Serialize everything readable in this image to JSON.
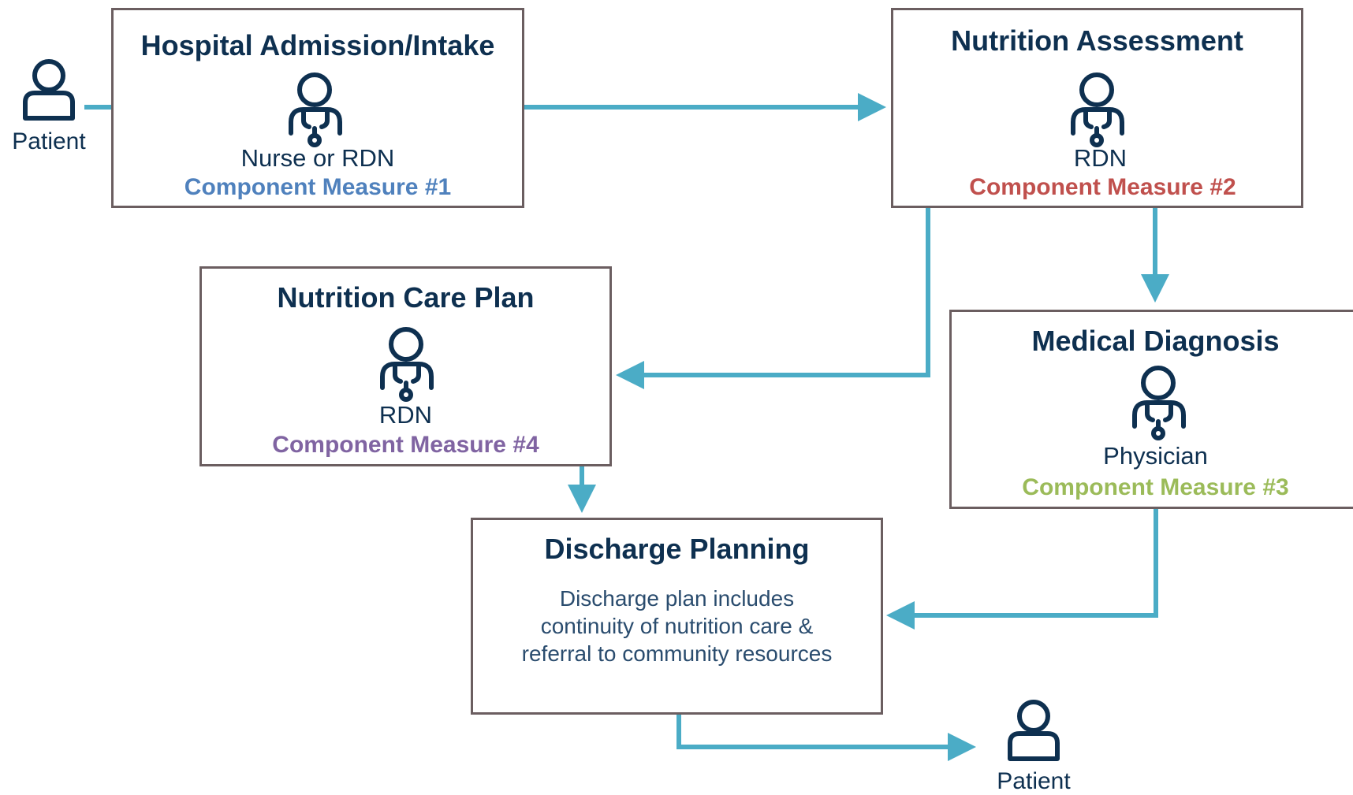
{
  "colors": {
    "box_border": "#6b5e60",
    "text_dark": "#0e3050",
    "arrow": "#4bacc6",
    "measure_1": "#4f81bd",
    "measure_2": "#c0504d",
    "measure_3": "#9bbb59",
    "measure_4": "#8064a2"
  },
  "start_patient": {
    "label": "Patient",
    "icon": "person-icon"
  },
  "end_patient": {
    "label": "Patient",
    "icon": "person-icon"
  },
  "boxes": {
    "admission": {
      "title": "Hospital Admission/Intake",
      "role": "Nurse or RDN",
      "measure": "Component Measure #1",
      "icon": "clinician-icon"
    },
    "assessment": {
      "title": "Nutrition Assessment",
      "role": "RDN",
      "measure": "Component Measure #2",
      "icon": "clinician-icon"
    },
    "care_plan": {
      "title": "Nutrition Care Plan",
      "role": "RDN",
      "measure": "Component Measure #4",
      "icon": "clinician-icon"
    },
    "diagnosis": {
      "title": "Medical Diagnosis",
      "role": "Physician",
      "measure": "Component Measure #3",
      "icon": "clinician-icon"
    },
    "discharge": {
      "title": "Discharge Planning",
      "description": "Discharge plan includes continuity of nutrition care & referral to community resources"
    }
  }
}
